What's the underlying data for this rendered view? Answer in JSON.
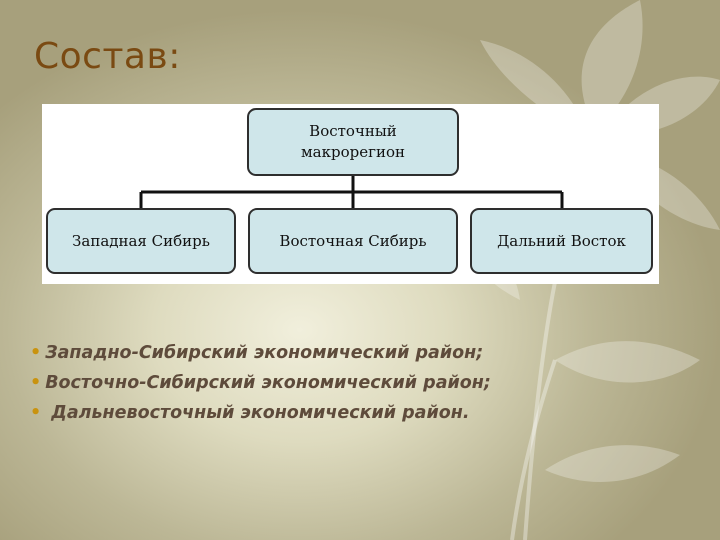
{
  "slide": {
    "title": "Состав:",
    "colors": {
      "title": "#7a4a12",
      "bullet_text": "#5e4b3b",
      "bullet_marker": "#c9930f",
      "node_fill": "#cfe6ea"
    }
  },
  "diagram": {
    "root": "Восточный макрорегион",
    "children": [
      "Западная Сибирь",
      "Восточная Сибирь",
      "Дальний Восток"
    ]
  },
  "bullets": [
    "Западно-Сибирский  экономический район;",
    "Восточно-Сибирский  экономический район;",
    " Дальневосточный экономический район."
  ]
}
